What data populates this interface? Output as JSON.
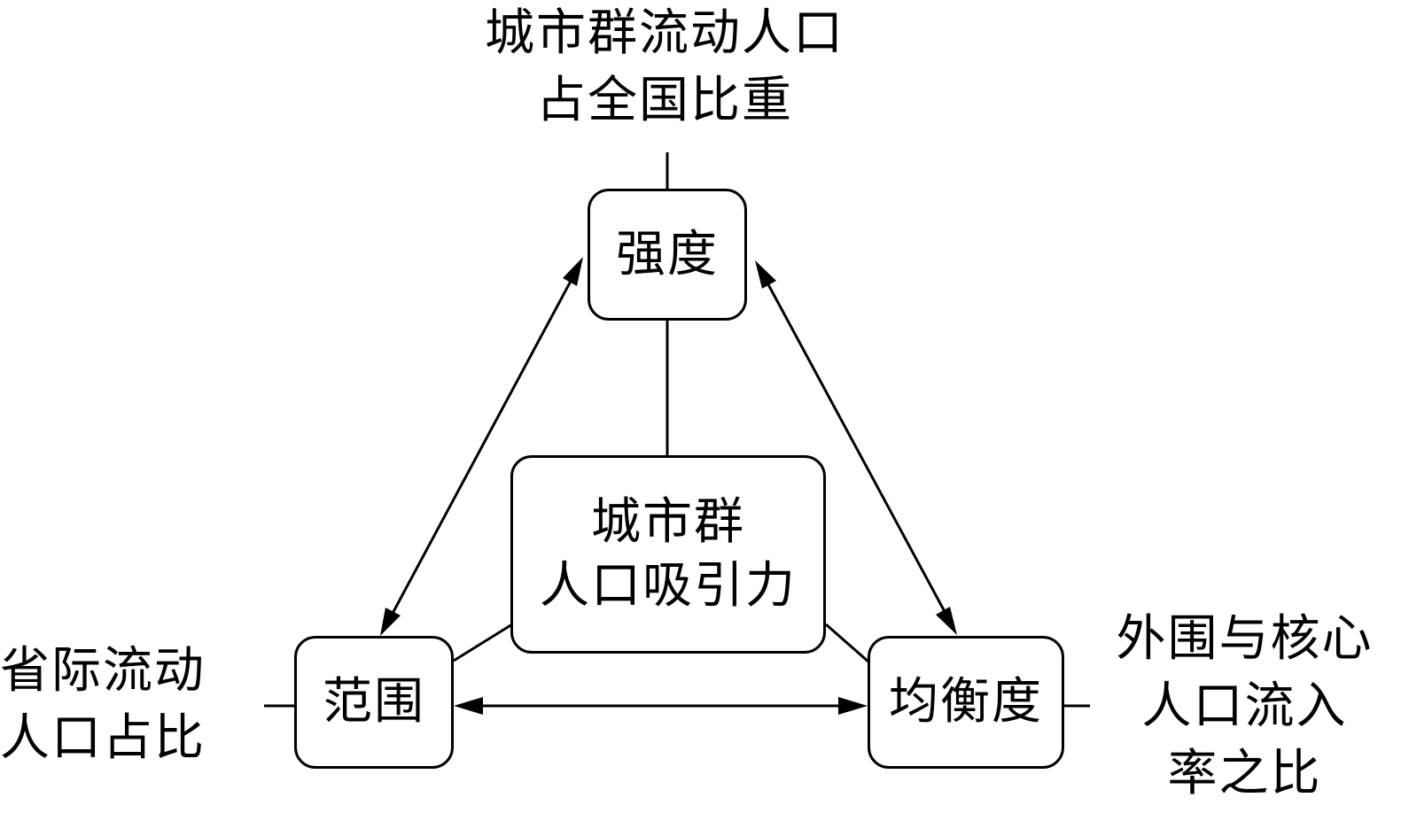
{
  "center": {
    "lines": [
      "城市群",
      "人口吸引力"
    ]
  },
  "nodes": {
    "intensity": {
      "label": "强度",
      "indicator_lines": [
        "城市群流动人口",
        "占全国比重"
      ]
    },
    "scope": {
      "label": "范围",
      "indicator_lines": [
        "省际流动",
        "人口占比"
      ]
    },
    "balance": {
      "label": "均衡度",
      "indicator_lines": [
        "外围与核心",
        "人口流入",
        "率之比"
      ]
    }
  },
  "colors": {
    "stroke": "#000000",
    "background": "#ffffff"
  }
}
